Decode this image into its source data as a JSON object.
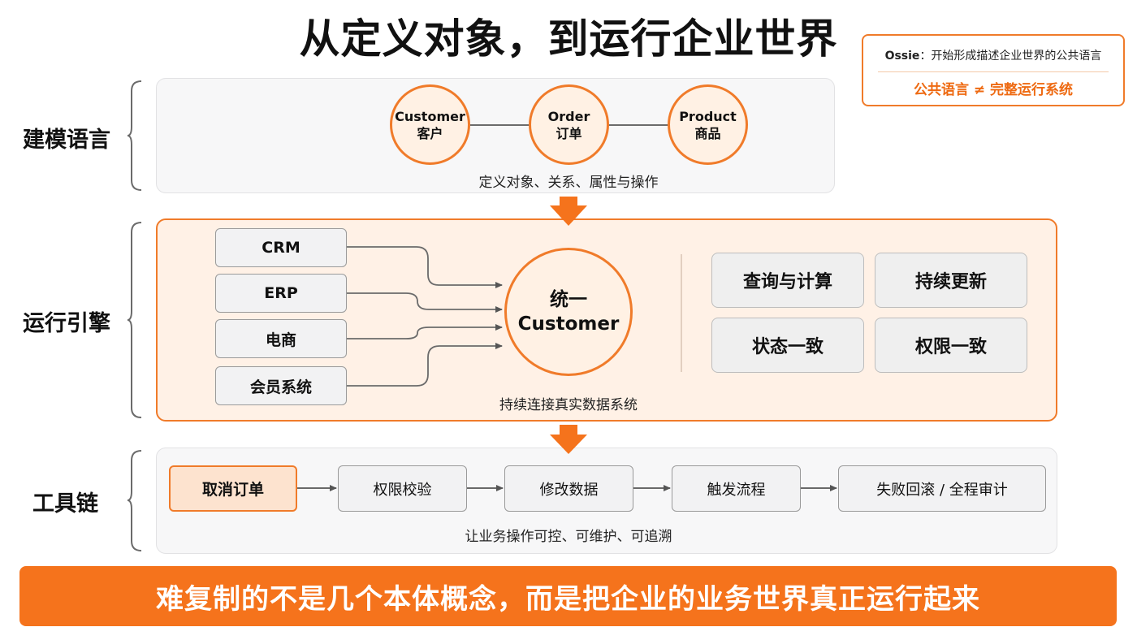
{
  "title": "从定义对象，到运行企业世界",
  "note": {
    "speaker": "Ossie",
    "line1": "：开始形成描述企业世界的公共语言",
    "line2": "公共语言 ≠ 完整运行系统"
  },
  "rows": {
    "modeling": {
      "label": "建模语言",
      "nodes": [
        {
          "en": "Customer",
          "zh": "客户"
        },
        {
          "en": "Order",
          "zh": "订单"
        },
        {
          "en": "Product",
          "zh": "商品"
        }
      ],
      "caption": "定义对象、关系、属性与操作"
    },
    "engine": {
      "label": "运行引擎",
      "sources": [
        "CRM",
        "ERP",
        "电商",
        "会员系统"
      ],
      "center": {
        "line1": "统一",
        "line2": "Customer"
      },
      "capabilities": [
        "查询与计算",
        "持续更新",
        "状态一致",
        "权限一致"
      ],
      "caption": "持续连接真实数据系统"
    },
    "toolchain": {
      "label": "工具链",
      "steps": [
        "取消订单",
        "权限校验",
        "修改数据",
        "触发流程",
        "失败回滚 / 全程审计"
      ],
      "caption": "让业务操作可控、可维护、可追溯"
    }
  },
  "banner": "难复制的不是几个本体概念，而是把企业的业务世界真正运行起来",
  "colors": {
    "accent": "#f5731c",
    "panel_orange": "#fff1e6",
    "panel_gray": "#f7f7f8"
  }
}
